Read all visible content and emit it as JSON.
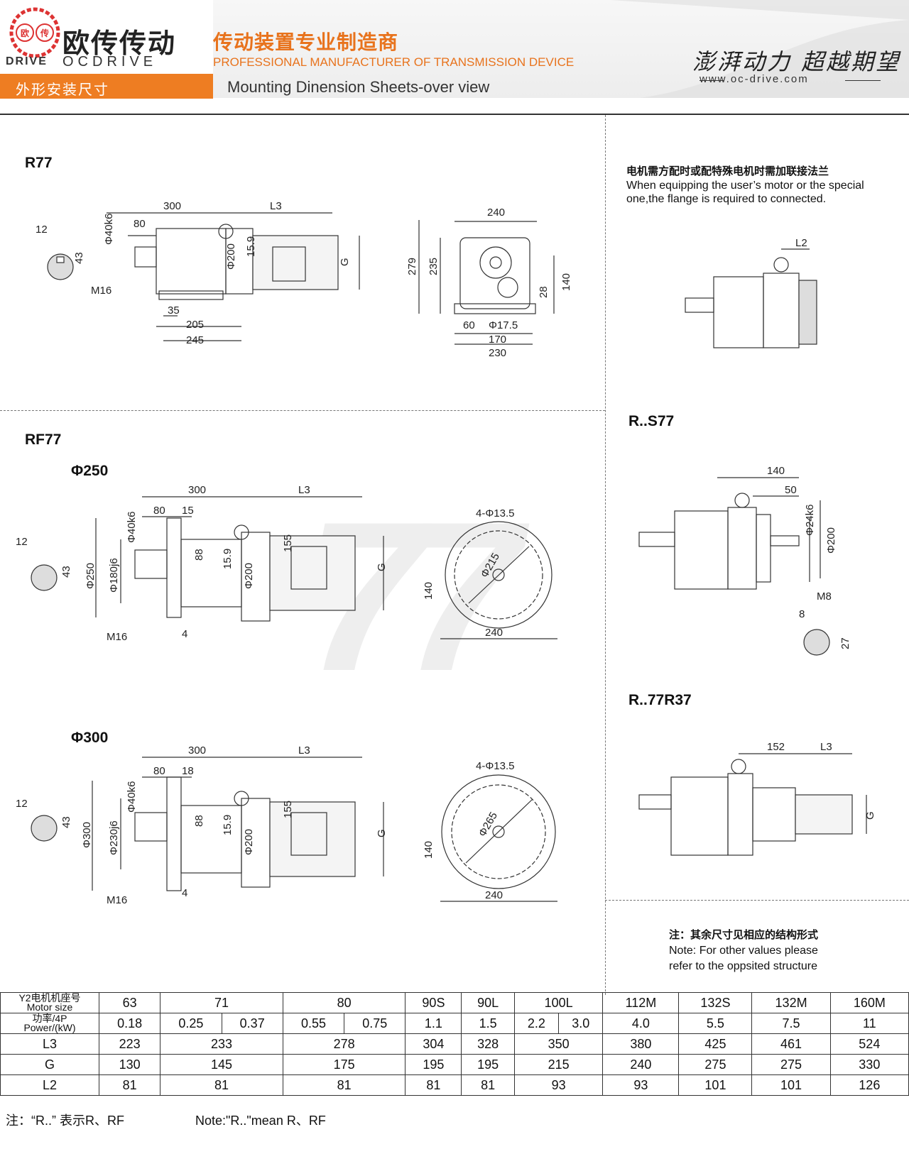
{
  "header": {
    "brand_cn": "欧传传动",
    "brand_en": "OCDRIVE",
    "brand_drive": "DRIVE",
    "logo_chars": [
      "欧",
      "传"
    ],
    "tagline_cn": "传动装置专业制造商",
    "tagline_en": "PROFESSIONAL MANUFACTURER OF TRANSMISSION DEVICE",
    "slogan": "澎湃动力 超越期望",
    "website": "www.oc-drive.com",
    "section_cn": "外形安装尺寸",
    "section_en": "Mounting Dinension Sheets-over view",
    "accent_color": "#ee7d22",
    "orange_text_color": "#e8731d"
  },
  "drawings": {
    "r77": {
      "label": "R77",
      "dims": [
        "300",
        "L3",
        "80",
        "Φ40k6",
        "Φ200",
        "15.9",
        "G",
        "35",
        "205",
        "245",
        "M16",
        "12",
        "43"
      ],
      "end_view_dims": [
        "240",
        "279",
        "235",
        "28",
        "140",
        "60",
        "Φ17.5",
        "170",
        "230"
      ]
    },
    "rf77": {
      "label": "RF77",
      "variant_250": "Φ250",
      "variant_300": "Φ300",
      "dims_250": [
        "300",
        "L3",
        "80",
        "15",
        "Φ40k6",
        "Φ250",
        "Φ180j6",
        "88",
        "15.9",
        "Φ200",
        "155",
        "G",
        "M16",
        "4",
        "12",
        "43"
      ],
      "end_250": [
        "4-Φ13.5",
        "Φ215",
        "140",
        "240"
      ],
      "dims_300": [
        "300",
        "L3",
        "80",
        "18",
        "Φ40k6",
        "Φ300",
        "Φ230j6",
        "88",
        "15.9",
        "Φ200",
        "155",
        "G",
        "M16",
        "4",
        "12",
        "43"
      ],
      "end_300": [
        "4-Φ13.5",
        "Φ265",
        "140",
        "240"
      ]
    },
    "flange_note": {
      "cn": "电机需方配时或配特殊电机时需加联接法兰",
      "en1": "When equipping the user’s motor or the special",
      "en2": "one,the flange is required to connected.",
      "dim": "L2"
    },
    "rs77": {
      "label": "R..S77",
      "dims": [
        "140",
        "50",
        "Φ24k6",
        "Φ200",
        "M8",
        "8",
        "27"
      ]
    },
    "r77r37": {
      "label": "R..77R37",
      "dims": [
        "152",
        "L3",
        "G"
      ]
    },
    "watermark": "77",
    "other_note": {
      "cn": "注：其余尺寸见相应的结构形式",
      "en1": "Note: For other values please",
      "en2": "refer to the oppsited structure"
    }
  },
  "table": {
    "row_headers": {
      "motor_cn": "Y2电机机座号",
      "motor_en": "Motor size",
      "power_cn": "功率/4P",
      "power_en": "Power/(kW)",
      "l3": "L3",
      "g": "G",
      "l2": "L2"
    },
    "motor_sizes": [
      "63",
      "71",
      "80",
      "90S",
      "90L",
      "100L",
      "112M",
      "132S",
      "132M",
      "160M"
    ],
    "power": [
      [
        "0.18"
      ],
      [
        "0.25",
        "0.37"
      ],
      [
        "0.55",
        "0.75"
      ],
      [
        "1.1"
      ],
      [
        "1.5"
      ],
      [
        "2.2",
        "3.0"
      ],
      [
        "4.0"
      ],
      [
        "5.5"
      ],
      [
        "7.5"
      ],
      [
        "11"
      ]
    ],
    "l3": [
      "223",
      "233",
      "278",
      "304",
      "328",
      "350",
      "380",
      "425",
      "461",
      "524"
    ],
    "g": [
      "130",
      "145",
      "175",
      "195",
      "195",
      "215",
      "240",
      "275",
      "275",
      "330"
    ],
    "l2": [
      "81",
      "81",
      "81",
      "81",
      "81",
      "93",
      "93",
      "101",
      "101",
      "126"
    ]
  },
  "footer": {
    "cn": "注：“R..” 表示R、RF",
    "en": "Note:\"R..\"mean R、RF"
  }
}
